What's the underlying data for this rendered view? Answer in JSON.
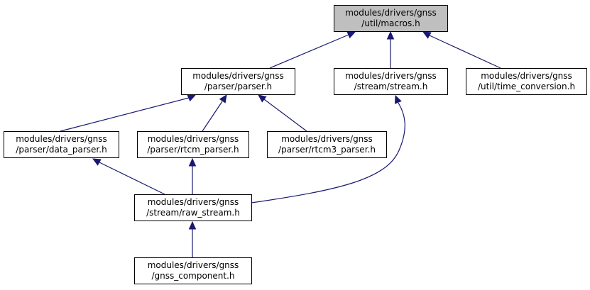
{
  "diagram": {
    "type": "include-dependency-graph",
    "colors": {
      "node_fill": "#ffffff",
      "root_fill": "#bfbfbf",
      "border": "#000000",
      "edge": "#191970"
    },
    "nodes": [
      {
        "id": "macros",
        "line1": "modules/drivers/gnss",
        "line2": "/util/macros.h",
        "root": true
      },
      {
        "id": "parser",
        "line1": "modules/drivers/gnss",
        "line2": "/parser/parser.h"
      },
      {
        "id": "stream",
        "line1": "modules/drivers/gnss",
        "line2": "/stream/stream.h"
      },
      {
        "id": "time_conversion",
        "line1": "modules/drivers/gnss",
        "line2": "/util/time_conversion.h"
      },
      {
        "id": "data_parser",
        "line1": "modules/drivers/gnss",
        "line2": "/parser/data_parser.h"
      },
      {
        "id": "rtcm_parser",
        "line1": "modules/drivers/gnss",
        "line2": "/parser/rtcm_parser.h"
      },
      {
        "id": "rtcm3_parser",
        "line1": "modules/drivers/gnss",
        "line2": "/parser/rtcm3_parser.h"
      },
      {
        "id": "raw_stream",
        "line1": "modules/drivers/gnss",
        "line2": "/stream/raw_stream.h"
      },
      {
        "id": "gnss_component",
        "line1": "modules/drivers/gnss",
        "line2": "/gnss_component.h"
      }
    ],
    "edges": [
      {
        "from": "parser",
        "to": "macros"
      },
      {
        "from": "stream",
        "to": "macros"
      },
      {
        "from": "time_conversion",
        "to": "macros"
      },
      {
        "from": "data_parser",
        "to": "parser"
      },
      {
        "from": "rtcm_parser",
        "to": "parser"
      },
      {
        "from": "rtcm3_parser",
        "to": "parser"
      },
      {
        "from": "raw_stream",
        "to": "data_parser"
      },
      {
        "from": "raw_stream",
        "to": "rtcm_parser"
      },
      {
        "from": "raw_stream",
        "to": "stream"
      },
      {
        "from": "gnss_component",
        "to": "raw_stream"
      }
    ]
  }
}
